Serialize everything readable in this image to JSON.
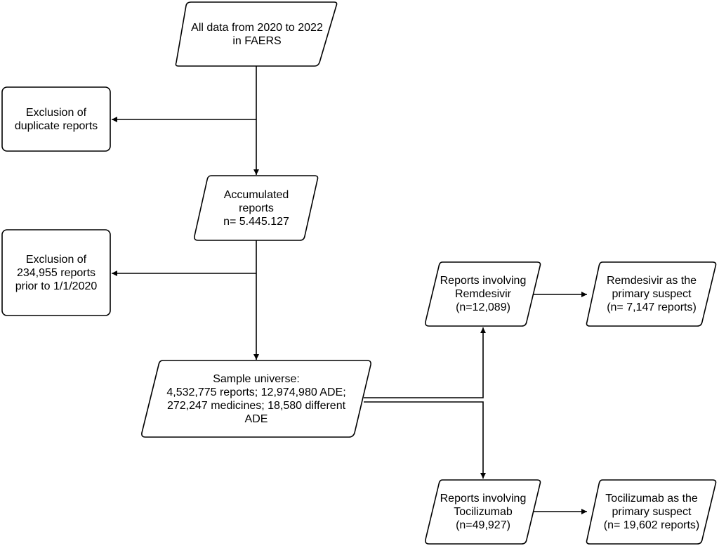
{
  "nodes": {
    "faers": {
      "lines": [
        "All data from 2020 to 2022",
        "in FAERS"
      ]
    },
    "excl_dup": {
      "lines": [
        "Exclusion of",
        "duplicate reports"
      ]
    },
    "accumulated": {
      "lines": [
        "Accumulated",
        "reports",
        "n= 5.445.127"
      ]
    },
    "excl_prior": {
      "lines": [
        "Exclusion of",
        "234,955 reports",
        "prior to 1/1/2020"
      ]
    },
    "sample": {
      "lines": [
        "Sample universe:",
        "4,532,775 reports; 12,974,980 ADE;",
        "272,247 medicines; 18,580 different",
        "ADE"
      ]
    },
    "remdesivir": {
      "lines": [
        "Reports involving",
        "Remdesivir",
        "(n=12,089)"
      ]
    },
    "remdesivir_primary": {
      "lines": [
        "Remdesivir as the",
        "primary suspect",
        "(n= 7,147 reports)"
      ]
    },
    "tocilizumab": {
      "lines": [
        "Reports involving",
        "Tocilizumab",
        "(n=49,927)"
      ]
    },
    "tocilizumab_primary": {
      "lines": [
        "Tocilizumab as the",
        "primary suspect",
        "(n= 19,602 reports)"
      ]
    }
  },
  "edges": [
    {
      "from": "faers",
      "to": "accumulated"
    },
    {
      "from": "faers",
      "to": "excl_dup"
    },
    {
      "from": "accumulated",
      "to": "sample"
    },
    {
      "from": "accumulated",
      "to": "excl_prior"
    },
    {
      "from": "sample",
      "to": "remdesivir"
    },
    {
      "from": "sample",
      "to": "tocilizumab"
    },
    {
      "from": "remdesivir",
      "to": "remdesivir_primary"
    },
    {
      "from": "tocilizumab",
      "to": "tocilizumab_primary"
    }
  ]
}
